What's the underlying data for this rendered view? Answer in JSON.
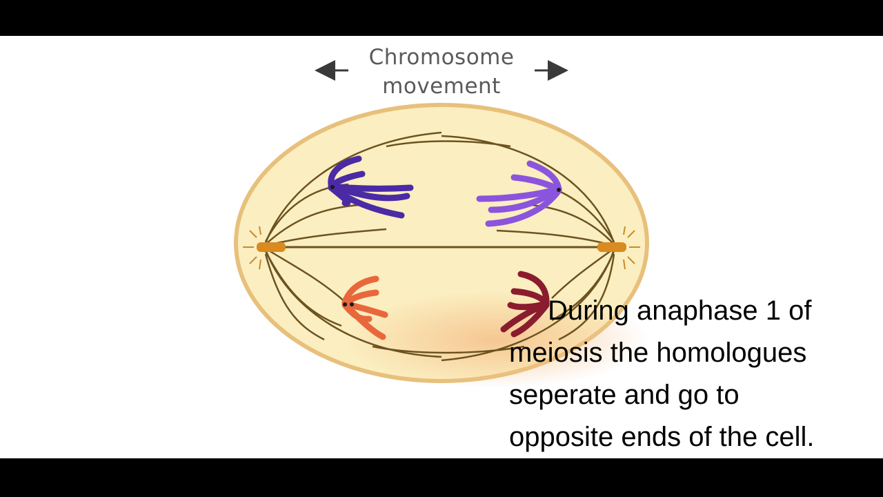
{
  "diagram": {
    "label_line1": "Chromosome",
    "label_line2": "movement",
    "colors": {
      "cell_fill": "#fbeec0",
      "cell_outline": "#e7c07c",
      "spindle": "#6b5320",
      "chromosome_upper_left": "#4b2aa6",
      "chromosome_upper_right": "#8b54dd",
      "chromosome_lower_left": "#e8683c",
      "chromosome_lower_right": "#8a1c2e",
      "centriole": "#d98a20"
    }
  },
  "caption": {
    "line1": "During anaphase 1 of",
    "line2": "meiosis the homologues",
    "line3": "seperate and go to",
    "line4": "opposite ends of the cell."
  }
}
